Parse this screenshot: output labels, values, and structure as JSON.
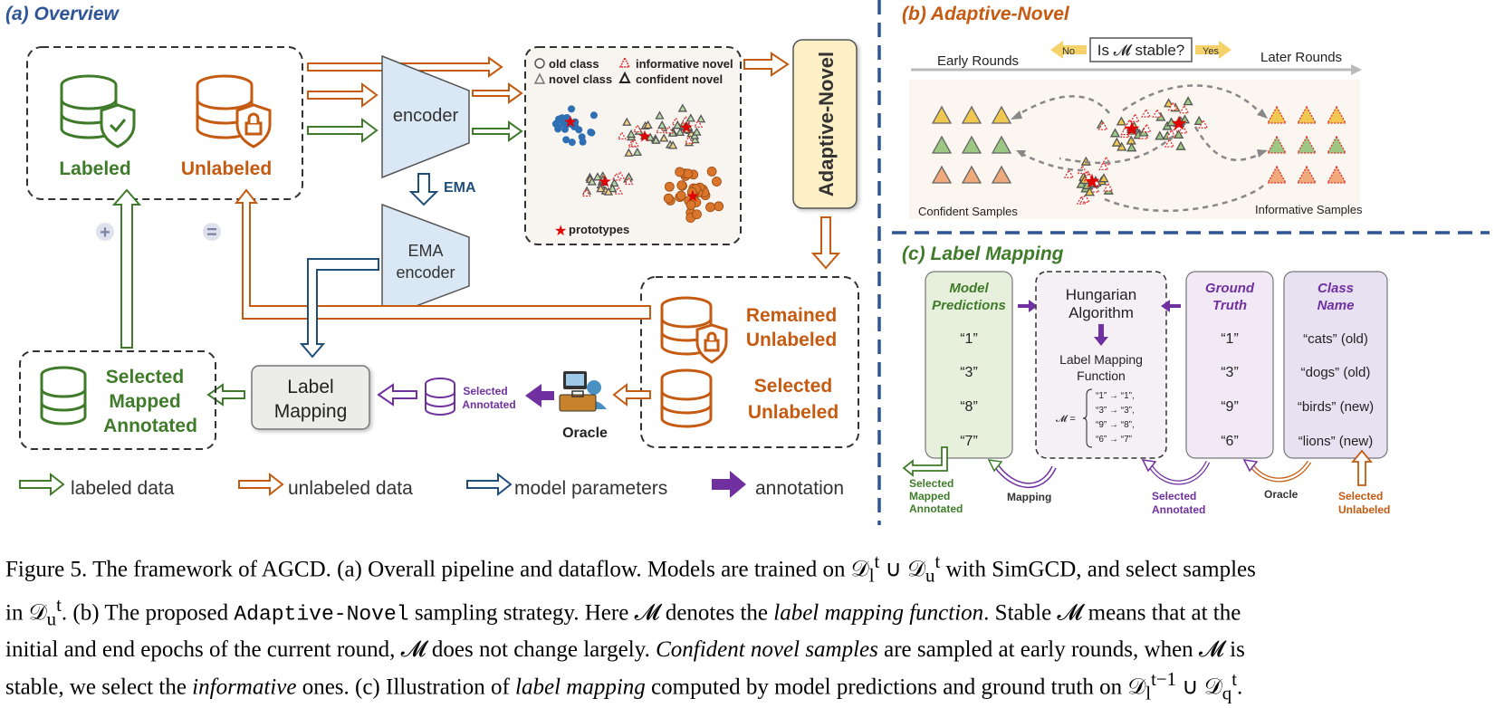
{
  "panel_a": {
    "title": "(a) Overview",
    "labeled": "Labeled",
    "unlabeled": "Unlabeled",
    "encoder": "encoder",
    "ema_label": "EMA",
    "ema_encoder_1": "EMA",
    "ema_encoder_2": "encoder",
    "legend_old_class": "old class",
    "legend_informative_novel": "informative novel",
    "legend_novel_class": "novel class",
    "legend_confident_novel": "confident novel",
    "prototypes": "prototypes",
    "adaptive_novel": "Adaptive-Novel",
    "remained_1": "Remained",
    "remained_2": "Unlabeled",
    "selected_unl_1": "Selected",
    "selected_unl_2": "Unlabeled",
    "oracle": "Oracle",
    "selected_annotated_1": "Selected",
    "selected_annotated_2": "Annotated",
    "label_mapping_1": "Label",
    "label_mapping_2": "Mapping",
    "sma_1": "Selected",
    "sma_2": "Mapped",
    "sma_3": "Annotated",
    "plus": "+",
    "equals": "="
  },
  "legend_bottom": {
    "labeled_data": "labeled data",
    "unlabeled_data": "unlabeled data",
    "model_parameters": "model parameters",
    "annotation": "annotation"
  },
  "panel_b": {
    "title": "(b) Adaptive-Novel",
    "no": "No",
    "yes": "Yes",
    "question": "Is 𝓜 stable?",
    "early": "Early Rounds",
    "later": "Later Rounds",
    "confident_samples": "Confident Samples",
    "informative_samples": "Informative Samples"
  },
  "panel_c": {
    "title": "(c) Label Mapping",
    "model_predictions_1": "Model",
    "model_predictions_2": "Predictions",
    "predictions": [
      "“1”",
      "“3”",
      "“8”",
      "“7”"
    ],
    "hungarian_1": "Hungarian",
    "hungarian_2": "Algorithm",
    "lmf_1": "Label Mapping",
    "lmf_2": "Function",
    "mapping_m": "𝓜 =",
    "mapping_rows": [
      "“1” → “1”,",
      "“3” → “3”,",
      "“9” → “8”,",
      "“6” → “7”"
    ],
    "ground_truth_1": "Ground",
    "ground_truth_2": "Truth",
    "ground_truth": [
      "“1”",
      "“3”",
      "“9”",
      "“6”"
    ],
    "class_name_1": "Class",
    "class_name_2": "Name",
    "class_names": [
      "“cats” (old)",
      "“dogs” (old)",
      "“birds” (new)",
      "“lions” (new)"
    ],
    "sma_1": "Selected",
    "sma_2": "Mapped",
    "sma_3": "Annotated",
    "mapping": "Mapping",
    "sel_ann_1": "Selected",
    "sel_ann_2": "Annotated",
    "oracle": "Oracle",
    "sel_unl_1": "Selected",
    "sel_unl_2": "Unlabeled"
  },
  "caption": {
    "line1_a": "Figure 5. The framework of AGCD. (a) Overall pipeline and dataflow. Models are trained on 𝒟",
    "line1_b": " with SimGCD, and select samples",
    "line2_a": "in 𝒟",
    "line2_b": ". (b) The proposed ",
    "line2_mono": "Adaptive-Novel",
    "line2_c": " sampling strategy. Here 𝓜 denotes the ",
    "line2_i": "label mapping function",
    "line2_d": ". Stable 𝓜 means that at the",
    "line3_a": "initial and end epochs of the current round, 𝓜 does not change largely. ",
    "line3_i": "Confident novel samples",
    "line3_b": " are sampled at early rounds, when 𝓜 is",
    "line4_a": "stable, we select the ",
    "line4_i": "informative",
    "line4_b": " ones. (c) Illustration of ",
    "line4_i2": "label mapping",
    "line4_c": " computed by model predictions and ground truth on 𝒟",
    "line4_d": ".",
    "sub_l": "l",
    "sub_u": "u",
    "sub_q": "q",
    "sup_t": "t",
    "sup_tm1": "t−1",
    "cup": " ∪ 𝒟"
  },
  "colors": {
    "green": "#3f7b2a",
    "orange": "#c55a11",
    "blue": "#1f4e79",
    "purple": "#7030a0",
    "title_blue": "#2f5597",
    "encoder_fill": "#dae8f5",
    "adaptive_fill": "#fdf0c7"
  }
}
